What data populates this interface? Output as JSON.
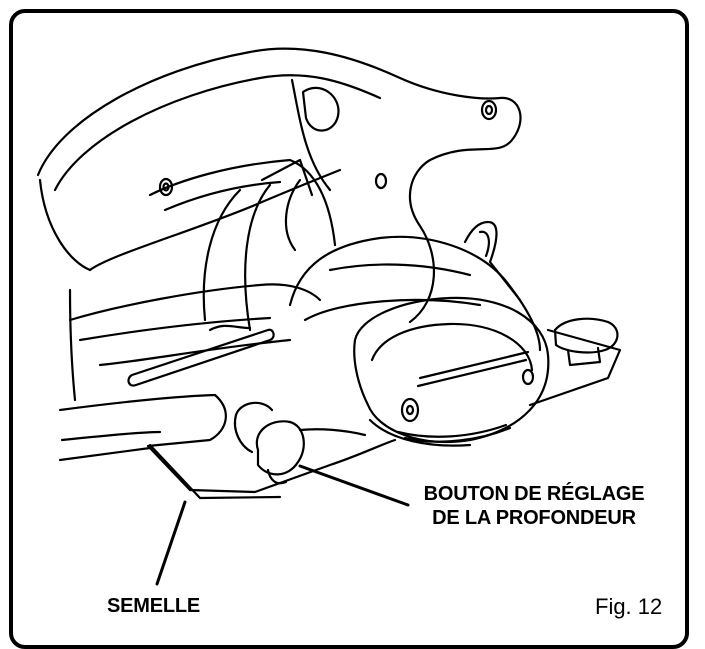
{
  "labels": {
    "depth_knob_line1": "BOUTON DE RÉGLAGE",
    "depth_knob_line2": "DE LA PROFONDEUR",
    "sole_plate": "SEMELLE"
  },
  "figure_number": "Fig. 12"
}
